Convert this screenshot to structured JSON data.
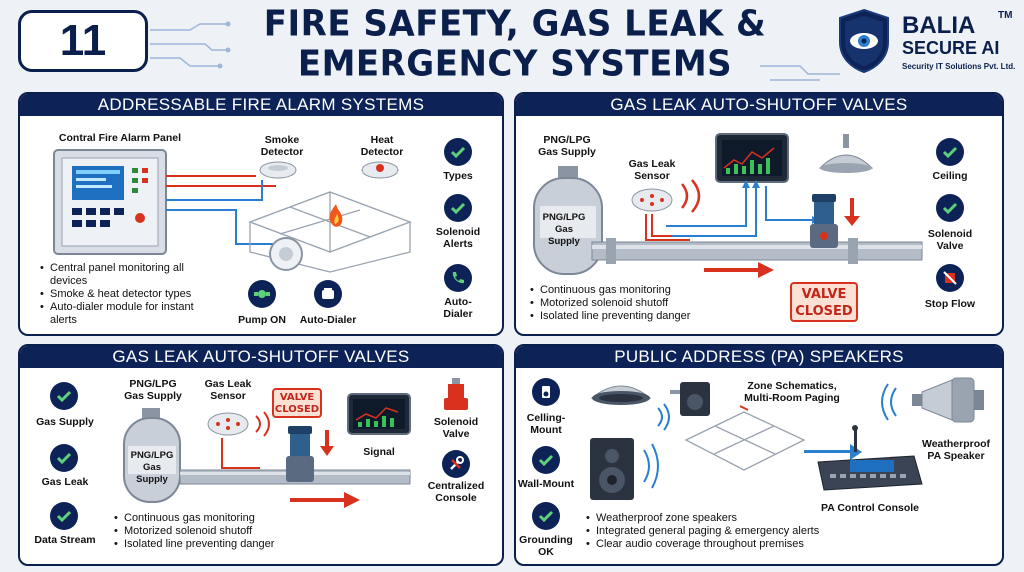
{
  "header": {
    "number": "11",
    "title_line1": "FIRE SAFETY, GAS LEAK &",
    "title_line2": "EMERGENCY SYSTEMS",
    "logo_name": "BALIA",
    "logo_tm": "TM",
    "logo_sub": "SECURE AI",
    "logo_tagline": "Security IT Solutions Pvt. Ltd."
  },
  "panel1": {
    "title": "ADDRESSABLE FIRE ALARM SYSTEMS",
    "panel_label": "Contral Fire Alarm Panel",
    "smoke_label": "Smoke Detector",
    "heat_label": "Heat Detector",
    "pump_label": "Pump ON",
    "dialer_label": "Auto-Dialer",
    "bullets": [
      "Central panel monitoring all devices",
      "Smoke & heat detector types",
      "Auto-dialer module for instant alerts"
    ],
    "side": [
      "Types",
      "Solenoid Alerts",
      "Auto-Dialer"
    ]
  },
  "panel2": {
    "title": "GAS LEAK AUTO-SHUTOFF VALVES",
    "supply_label": "PNG/LPG Gas Supply",
    "cyl_label": "PNG/LPG Gas Supply",
    "sensor_label": "Gas Leak Sensor",
    "valve_tag": "VALVE CLOSED",
    "bullets": [
      "Continuous gas monitoring",
      "Motorized solenoid shutoff",
      "Isolated line preventing danger"
    ],
    "side": [
      "Ceiling",
      "Solenoid Valve",
      "Stop Flow"
    ]
  },
  "panel3": {
    "title": "GAS LEAK AUTO-SHUTOFF VALVES",
    "left": [
      "Gas Supply",
      "Gas Leak",
      "Data Stream"
    ],
    "supply_label": "PNG/LPG Gas Supply",
    "cyl_label": "PNG/LPG Gas Supply",
    "sensor_label": "Gas Leak Sensor",
    "valve_tag": "VALVE CLOSED",
    "signal_label": "Signal",
    "right": [
      "Solenoid Valve",
      "Centralized Console"
    ],
    "bullets": [
      "Continuous gas monitoring",
      "Motorized solenoid shutoff",
      "Isolated line preventing danger"
    ]
  },
  "panel4": {
    "title": "PUBLIC ADDRESS (PA) SPEAKERS",
    "left": [
      "Celling-Mount",
      "Wall-Mount",
      "Grounding OK"
    ],
    "zone_label": "Zone Schematics, Multi-Room Paging",
    "horn_label": "Weatherproof PA Speaker",
    "console_label": "PA Control Console",
    "bullets": [
      "Weatherproof zone speakers",
      "Integrated general paging & emergency alerts",
      "Clear audio coverage throughout premises"
    ]
  },
  "colors": {
    "navy": "#0d2357",
    "red": "#d8321f",
    "blue": "#2a7fd0"
  }
}
